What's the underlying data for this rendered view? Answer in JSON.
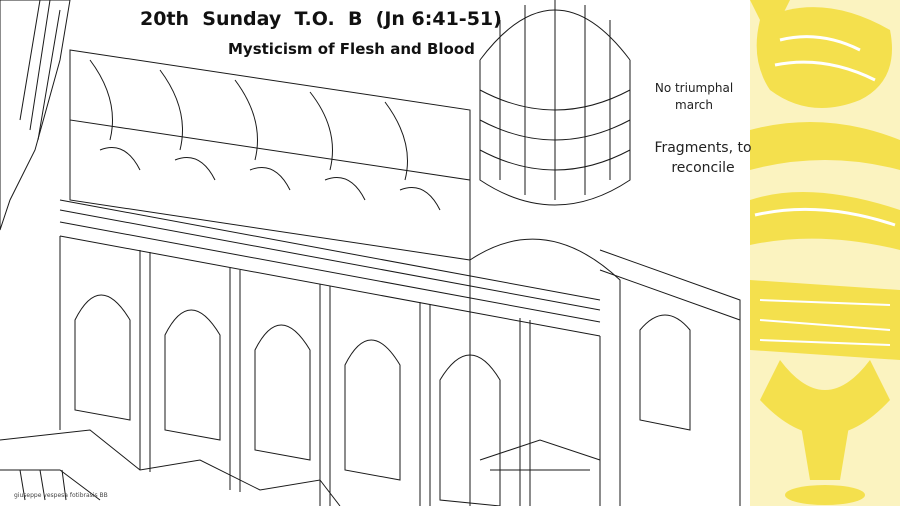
{
  "slide": {
    "title": "20th  Sunday  T.O.  B  (Jn 6:41-51)",
    "subtitle": "Mysticism of Flesh and Blood",
    "notes": [
      "No triumphal march",
      "Fragments, to reconcile"
    ],
    "credit": "giuseppe vespesa fotibrasis BB"
  },
  "colors": {
    "background": "#ffffff",
    "ink": "#1a1a1a",
    "accent": "#f4e04d",
    "accent_light": "#fbf3c0"
  },
  "artwork": {
    "main": "architectural-line-drawing-church-interior-with-dome",
    "side": "yellow-posterized-eucharist-image"
  }
}
